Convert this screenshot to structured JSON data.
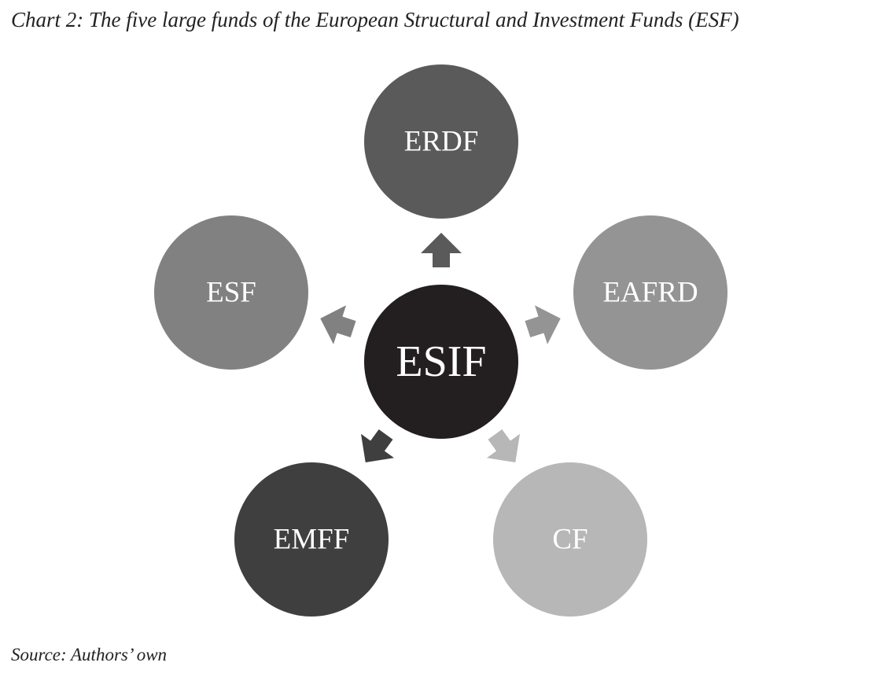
{
  "title": "Chart 2: The five large funds of the European Structural and Investment Funds (ESF)",
  "source": "Source: Authors’ own",
  "center": {
    "label": "ESIF",
    "color": "#231f20"
  },
  "funds": [
    {
      "label": "ERDF",
      "color": "#5a5a5a",
      "arrow_color": "#5a5a5a"
    },
    {
      "label": "EAFRD",
      "color": "#949494",
      "arrow_color": "#949494"
    },
    {
      "label": "CF",
      "color": "#b7b7b7",
      "arrow_color": "#b7b7b7"
    },
    {
      "label": "EMFF",
      "color": "#3f3f3f",
      "arrow_color": "#3f3f3f"
    },
    {
      "label": "ESF",
      "color": "#818181",
      "arrow_color": "#818181"
    }
  ]
}
